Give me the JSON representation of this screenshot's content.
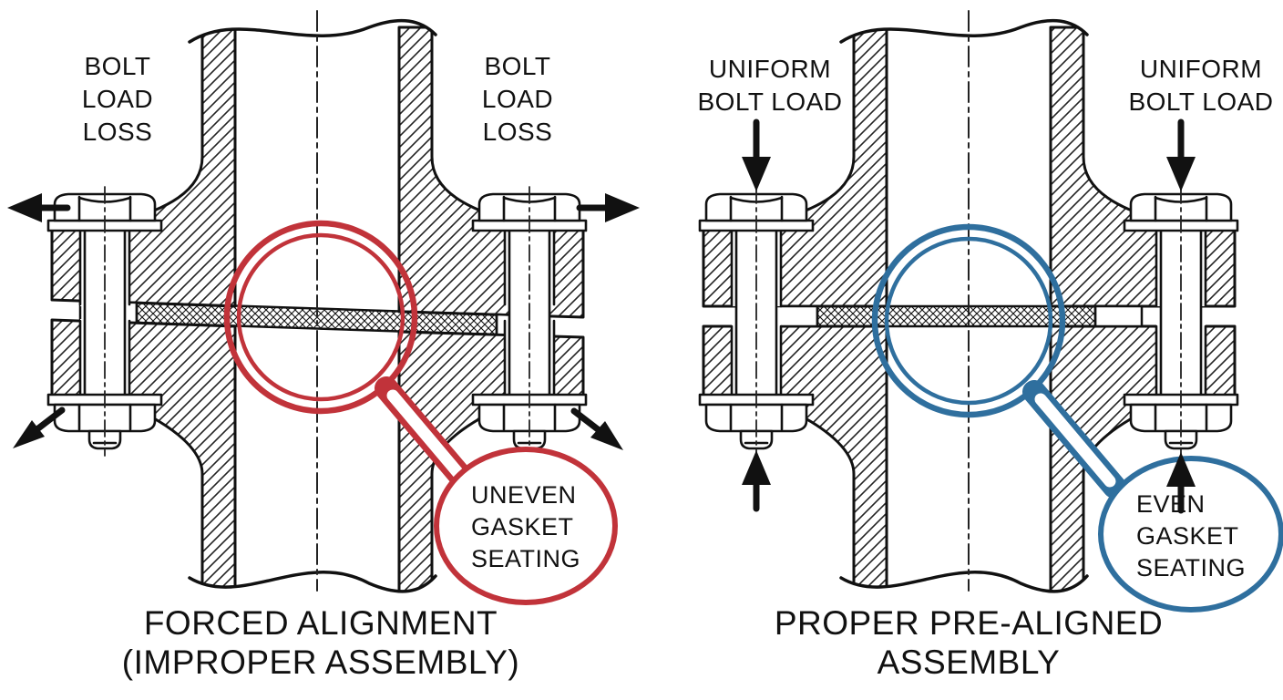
{
  "colors": {
    "ink": "#111111",
    "red_accent": "#c1333a",
    "blue_accent": "#2f6f9e",
    "paper": "#ffffff"
  },
  "icons": {
    "improper_highlight": "magnifier-icon",
    "proper_highlight": "magnifier-icon"
  },
  "figures": {
    "improper": {
      "label_left": "BOLT\nLOAD\nLOSS",
      "label_right": "BOLT\nLOAD\nLOSS",
      "callout": "UNEVEN\nGASKET\nSEATING",
      "caption": "FORCED ALIGNMENT\n(IMPROPER ASSEMBLY)"
    },
    "proper": {
      "label_left": "UNIFORM\nBOLT LOAD",
      "label_right": "UNIFORM\nBOLT LOAD",
      "callout": "EVEN\nGASKET\nSEATING",
      "caption": "PROPER PRE-ALIGNED\nASSEMBLY"
    }
  }
}
